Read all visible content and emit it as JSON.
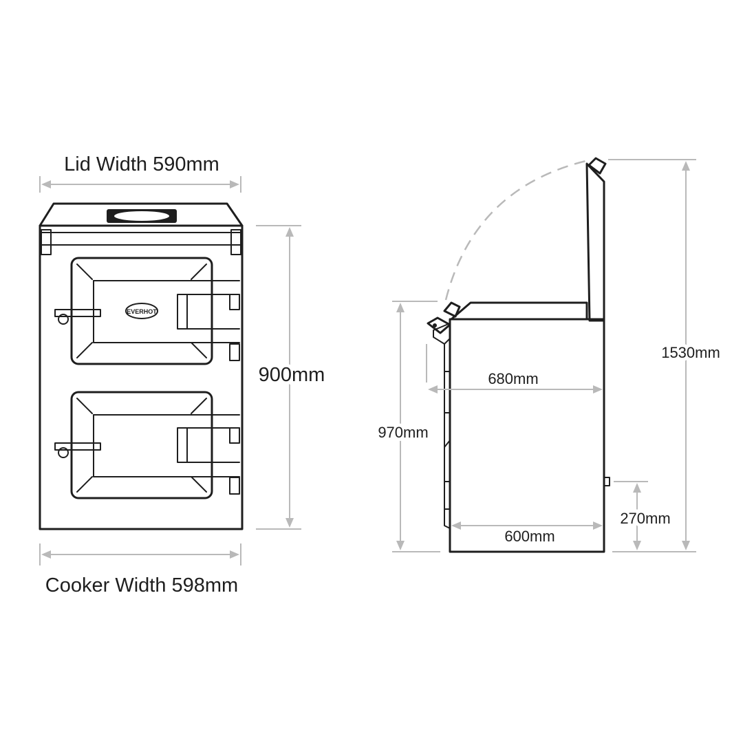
{
  "labels": {
    "lid_width": "Lid Width 590mm",
    "cooker_width": "Cooker Width 598mm",
    "front_height": "900mm",
    "side_height": "970mm",
    "depth_with_rail": "680mm",
    "depth": "600mm",
    "lid_open_height": "1530mm",
    "plinth_height": "270mm"
  },
  "badge": {
    "text": "EVERHOT"
  },
  "colors": {
    "ink": "#1e1e1e",
    "dimension_line": "#b9b9b9",
    "background": "#ffffff"
  }
}
